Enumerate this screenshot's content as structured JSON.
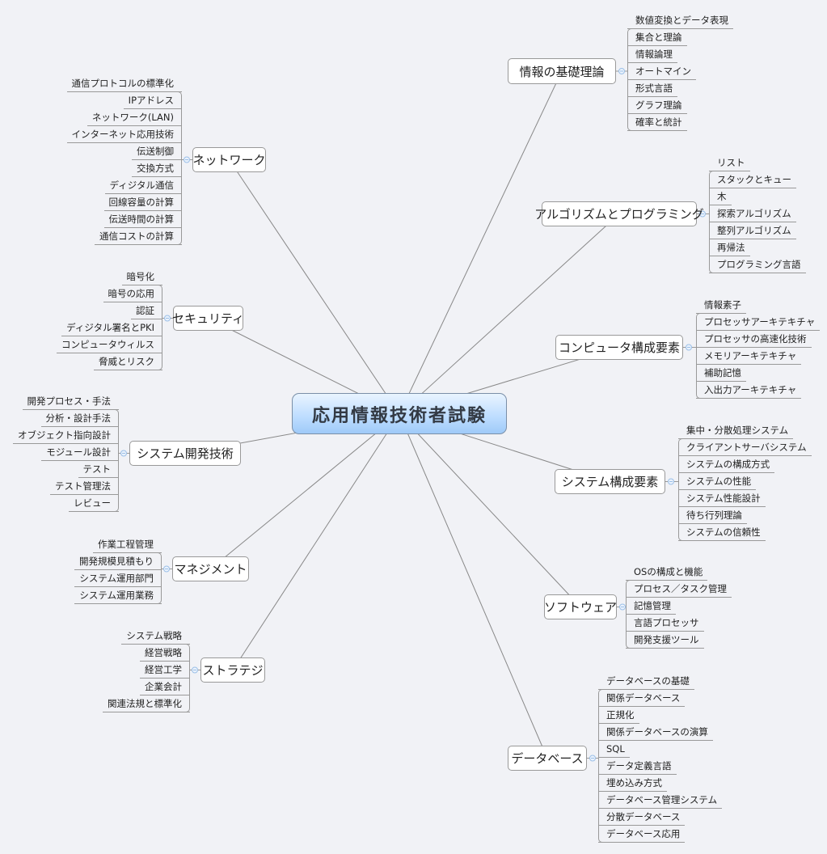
{
  "center": {
    "label": "応用情報技術者試験"
  },
  "branches": [
    {
      "label": "情報の基礎理論",
      "side": "right",
      "items": [
        "数値変換とデータ表現",
        "集合と理論",
        "情報論理",
        "オートマイン",
        "形式言語",
        "グラフ理論",
        "確率と統計"
      ]
    },
    {
      "label": "アルゴリズムとプログラミング",
      "side": "right",
      "items": [
        "リスト",
        "スタックとキュー",
        "木",
        "探索アルゴリズム",
        "整列アルゴリズム",
        "再帰法",
        "プログラミング言語"
      ]
    },
    {
      "label": "コンピュータ構成要素",
      "side": "right",
      "items": [
        "情報素子",
        "プロセッサアーキテキチャ",
        "プロセッサの高速化技術",
        "メモリアーキテキチャ",
        "補助記憶",
        "入出力アーキテキチャ"
      ]
    },
    {
      "label": "システム構成要素",
      "side": "right",
      "items": [
        "集中・分散処理システム",
        "クライアントサーバシステム",
        "システムの構成方式",
        "システムの性能",
        "システム性能設計",
        "待ち行列理論",
        "システムの信頼性"
      ]
    },
    {
      "label": "ソフトウェア",
      "side": "right",
      "items": [
        "OSの構成と機能",
        "プロセス／タスク管理",
        "記憶管理",
        "言語プロセッサ",
        "開発支援ツール"
      ]
    },
    {
      "label": "データベース",
      "side": "right",
      "items": [
        "データベースの基礎",
        "関係データベース",
        "正規化",
        "関係データベースの演算",
        "SQL",
        "データ定義言語",
        "埋め込み方式",
        "データベース管理システム",
        "分散データベース",
        "データベース応用"
      ]
    },
    {
      "label": "ネットワーク",
      "side": "left",
      "items": [
        "通信プロトコルの標準化",
        "IPアドレス",
        "ネットワーク(LAN)",
        "インターネット応用技術",
        "伝送制御",
        "交換方式",
        "ディジタル通信",
        "回線容量の計算",
        "伝送時間の計算",
        "通信コストの計算"
      ]
    },
    {
      "label": "セキュリティ",
      "side": "left",
      "items": [
        "暗号化",
        "暗号の応用",
        "認証",
        "ディジタル署名とPKI",
        "コンピュータウィルス",
        "脅威とリスク"
      ]
    },
    {
      "label": "システム開発技術",
      "side": "left",
      "items": [
        "開発プロセス・手法",
        "分析・設計手法",
        "オブジェクト指向設計",
        "モジュール設計",
        "テスト",
        "テスト管理法",
        "レビュー"
      ]
    },
    {
      "label": "マネジメント",
      "side": "left",
      "items": [
        "作業工程管理",
        "開発規模見積もり",
        "システム運用部門",
        "システム運用業務"
      ]
    },
    {
      "label": "ストラテジ",
      "side": "left",
      "items": [
        "システム戦略",
        "経営戦略",
        "経営工学",
        "企業会計",
        "関連法規と標準化"
      ]
    }
  ],
  "colors": {
    "background": "#f1f2f6",
    "center_fill": "#bcdcff",
    "line": "#888888",
    "collapse": "#9cc0e8"
  }
}
